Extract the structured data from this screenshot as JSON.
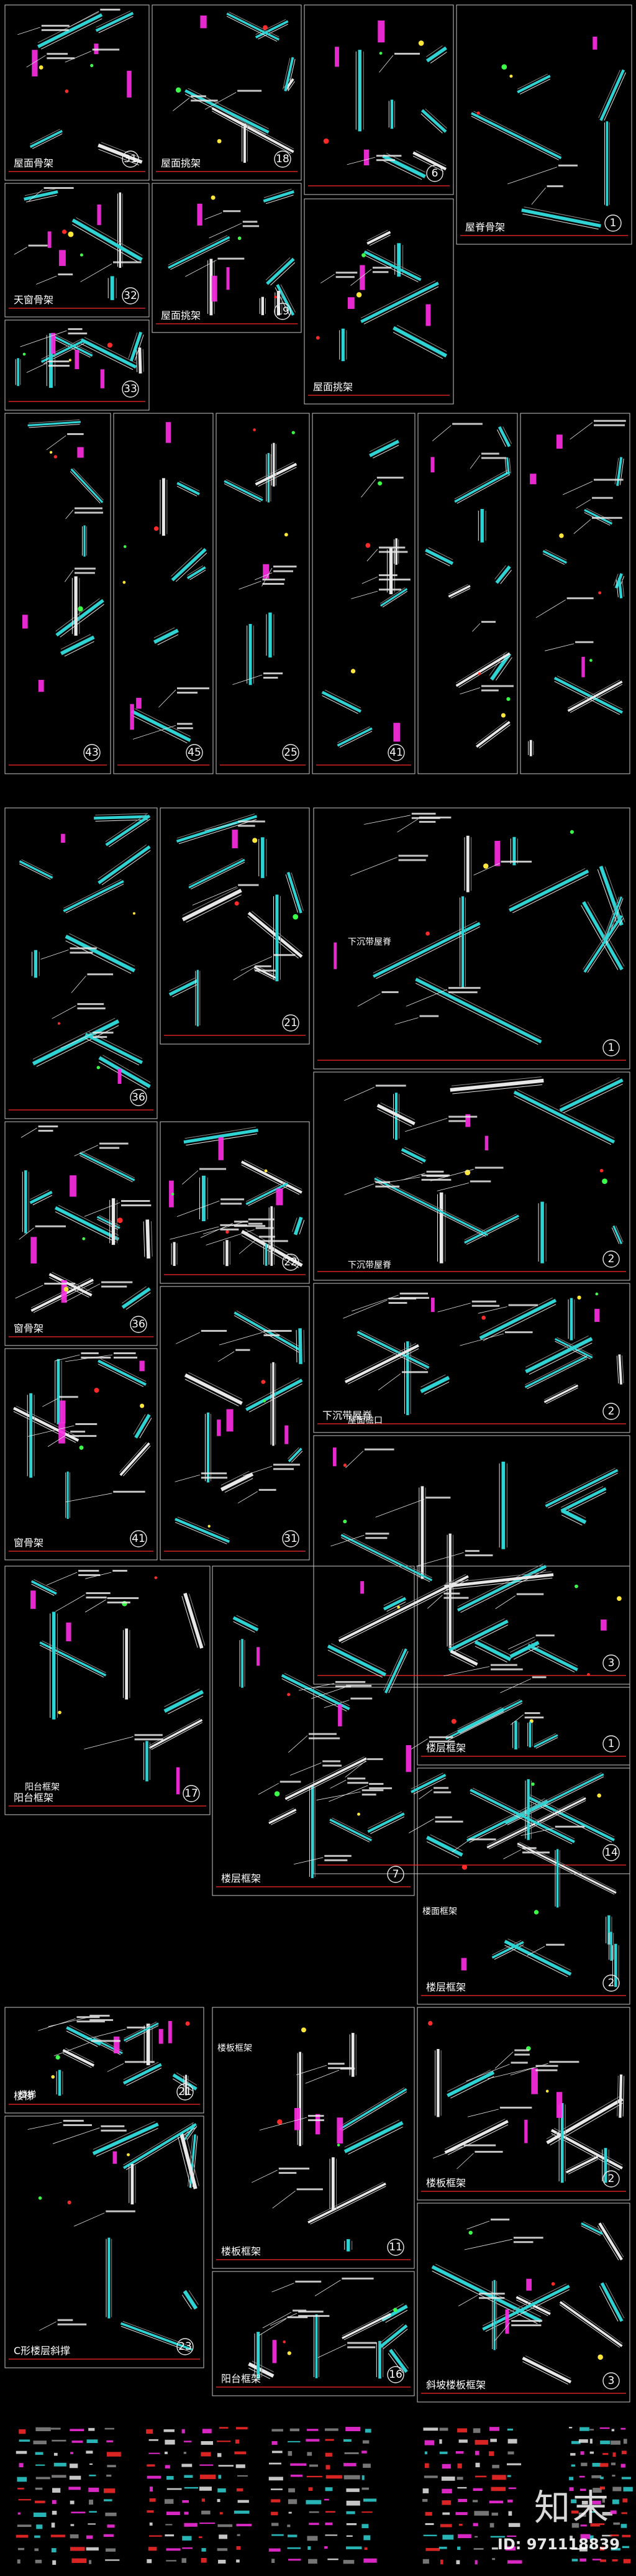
{
  "colors": {
    "background": "#000000",
    "frame": "#c8c8c8",
    "beam_cyan": "#2fd3d3",
    "beam_white": "#e8e8e8",
    "beam_grey": "#8a8a8a",
    "accent_magenta": "#ff2ee6",
    "accent_red": "#ff2a2a",
    "accent_yellow": "#ffe63a",
    "accent_green": "#3cff4a",
    "text": "#ffffff"
  },
  "panels": [
    {
      "caption": "屋面骨架",
      "number": "31"
    },
    {
      "caption": "屋面挑架",
      "number": "18"
    },
    {
      "caption": "",
      "number": "6"
    },
    {
      "caption": "屋脊骨架",
      "number": "1"
    },
    {
      "caption": "天窗骨架",
      "number": "32"
    },
    {
      "caption": "屋面挑架",
      "number": "19"
    },
    {
      "caption": "屋面挑架",
      "number": ""
    },
    {
      "caption": "",
      "number": "33"
    },
    {
      "caption": "",
      "number": "43"
    },
    {
      "caption": "",
      "number": "45"
    },
    {
      "caption": "",
      "number": "25"
    },
    {
      "caption": "",
      "number": "41"
    },
    {
      "caption": "",
      "number": "36"
    },
    {
      "caption": "",
      "number": "21"
    },
    {
      "caption": "",
      "number": "1"
    },
    {
      "caption": "",
      "number": "2"
    },
    {
      "caption": "窗骨架",
      "number": "36"
    },
    {
      "caption": "",
      "number": "22"
    },
    {
      "caption": "下沉带屋脊",
      "number": "2"
    },
    {
      "caption": "窗骨架",
      "number": "41"
    },
    {
      "caption": "",
      "number": "31"
    },
    {
      "caption": "",
      "number": "3"
    },
    {
      "caption": "",
      "number": "14"
    },
    {
      "caption": "阳台框架",
      "number": "17"
    },
    {
      "caption": "楼层框架",
      "number": "1"
    },
    {
      "caption": "楼层框架",
      "number": "7"
    },
    {
      "caption": "楼层框架",
      "number": "2"
    },
    {
      "caption": "楼梯",
      "number": "21"
    },
    {
      "caption": "C形楼层斜撑",
      "number": "23"
    },
    {
      "caption": "楼板框架",
      "number": "11"
    },
    {
      "caption": "阳台框架",
      "number": "16"
    },
    {
      "caption": "楼板框架",
      "number": "2"
    },
    {
      "caption": "斜坡楼板框架",
      "number": "3"
    }
  ],
  "section_labels": [
    "下沉带屋脊",
    "下沉带屋脊",
    "屋面檐口",
    "阳台框架",
    "楼面框架",
    "楼梯",
    "楼板框架"
  ],
  "watermark": {
    "logo_text": "知末",
    "id_text": "ID: 971118839"
  }
}
